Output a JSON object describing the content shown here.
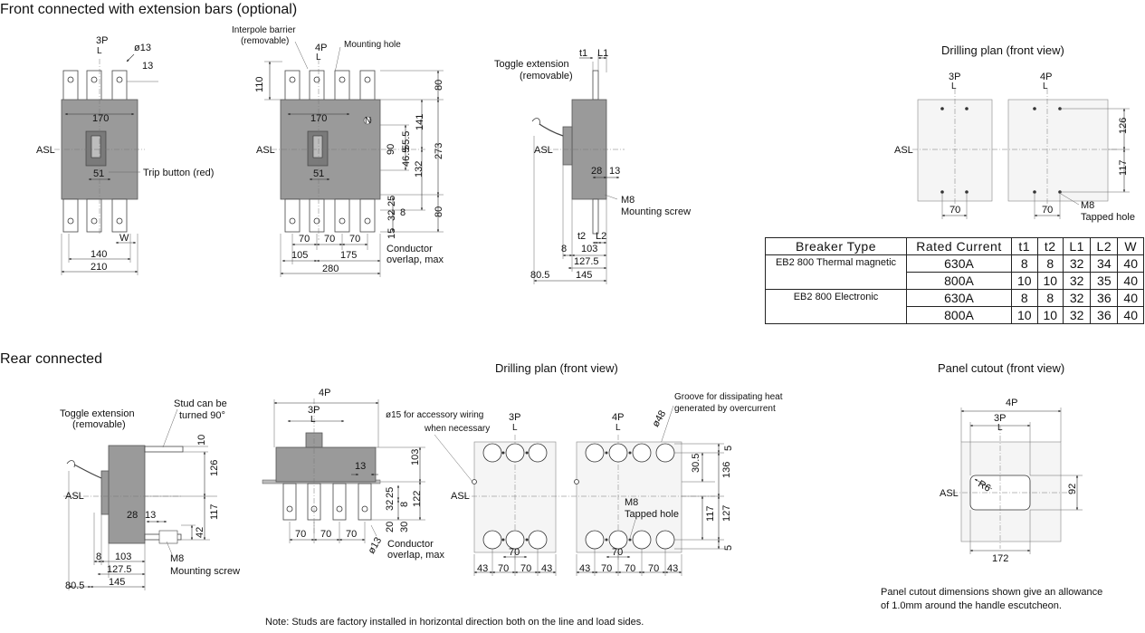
{
  "headings": {
    "front": "Front connected with extension bars (optional)",
    "rear": "Rear connected",
    "drill_front": "Drilling plan (front view)",
    "drill_rear": "Drilling plan (front view)",
    "panel": "Panel cutout (front view)"
  },
  "labels": {
    "p3": "3P",
    "p4": "4P",
    "asl": "ASL",
    "n": "N",
    "trip_button": "Trip button (red)",
    "interpole_1": "Interpole barrier",
    "interpole_2": "(removable)",
    "mounting_hole": "Mounting hole",
    "toggle_1": "Toggle extension",
    "toggle_2": "(removable)",
    "m8": "M8",
    "mounting_screw": "Mounting screw",
    "tapped_hole": "Tapped hole",
    "overlap_1": "Conductor",
    "overlap_2": "overlap, max",
    "stud_1": "Stud can be",
    "stud_2": "turned 90°",
    "accessory_1": "ø15 for accessory wiring",
    "accessory_2": "when necessary",
    "groove_1": "Groove for dissipating heat",
    "groove_2": "generated by overcurrent",
    "r6": "R6",
    "phi13": "ø13",
    "phi48": "ø48",
    "cutout_note_1": "Panel cutout dimensions shown give an allowance",
    "cutout_note_2": "of 1.0mm around the handle escutcheon.",
    "studs_note": "Note: Studs are factory installed in horizontal direction both on the line and load sides."
  },
  "dims": {
    "front3p": {
      "d13": "13",
      "d170": "170",
      "d51": "51",
      "d140": "140",
      "w": "W",
      "d210": "210"
    },
    "front4p": {
      "d110": "110",
      "d80a": "80",
      "d141": "141",
      "d273": "273",
      "d55": "55.5",
      "d90": "90",
      "d46": "46.5",
      "d132": "132",
      "d25": "25",
      "d32": "32",
      "d8": "8",
      "d80b": "80",
      "d15": "15",
      "d170": "170",
      "d51": "51",
      "d70a": "70",
      "d70b": "70",
      "d70c": "70",
      "d105": "105",
      "d175": "175",
      "d280": "280"
    },
    "side": {
      "t1": "t1",
      "l1": "L1",
      "d28": "28",
      "d13": "13",
      "t2": "t2",
      "l2": "L2",
      "d8": "8",
      "d103": "103",
      "d127": "127.5",
      "d145": "145",
      "d80": "80.5"
    },
    "drill_f": {
      "d126": "126",
      "d117": "117",
      "d70a": "70",
      "d70b": "70"
    },
    "rear_side": {
      "d10": "10",
      "d126": "126",
      "d117": "117",
      "d28": "28",
      "d13": "13",
      "d42": "42",
      "d8": "8",
      "d103": "103",
      "d127": "127.5",
      "d145": "145",
      "d80": "80.5"
    },
    "rear_front": {
      "d103": "103",
      "d13": "13",
      "d25": "25",
      "d32": "32",
      "d8": "8",
      "d122": "122",
      "d20": "20",
      "d30": "30",
      "d70a": "70",
      "d70b": "70",
      "d70c": "70"
    },
    "drill_r": {
      "d5a": "5",
      "d136": "136",
      "d30": "30.5",
      "d117": "117",
      "d127": "127",
      "d5b": "5",
      "d70a": "70",
      "d70b": "70",
      "b3": [
        "43",
        "70",
        "70",
        "43"
      ],
      "b4": [
        "43",
        "70",
        "70",
        "70",
        "43"
      ]
    },
    "panel": {
      "d92": "92",
      "d172": "172"
    }
  },
  "table": {
    "headers": [
      "Breaker Type",
      "Rated Current",
      "t1",
      "t2",
      "L1",
      "L2",
      "W"
    ],
    "groups": [
      {
        "type": "EB2 800 Thermal magnetic",
        "rows": [
          [
            "630A",
            "8",
            "8",
            "32",
            "34",
            "40"
          ],
          [
            "800A",
            "10",
            "10",
            "32",
            "35",
            "40"
          ]
        ]
      },
      {
        "type": "EB2 800 Electronic",
        "rows": [
          [
            "630A",
            "8",
            "8",
            "32",
            "36",
            "40"
          ],
          [
            "800A",
            "10",
            "10",
            "32",
            "36",
            "40"
          ]
        ]
      }
    ]
  }
}
